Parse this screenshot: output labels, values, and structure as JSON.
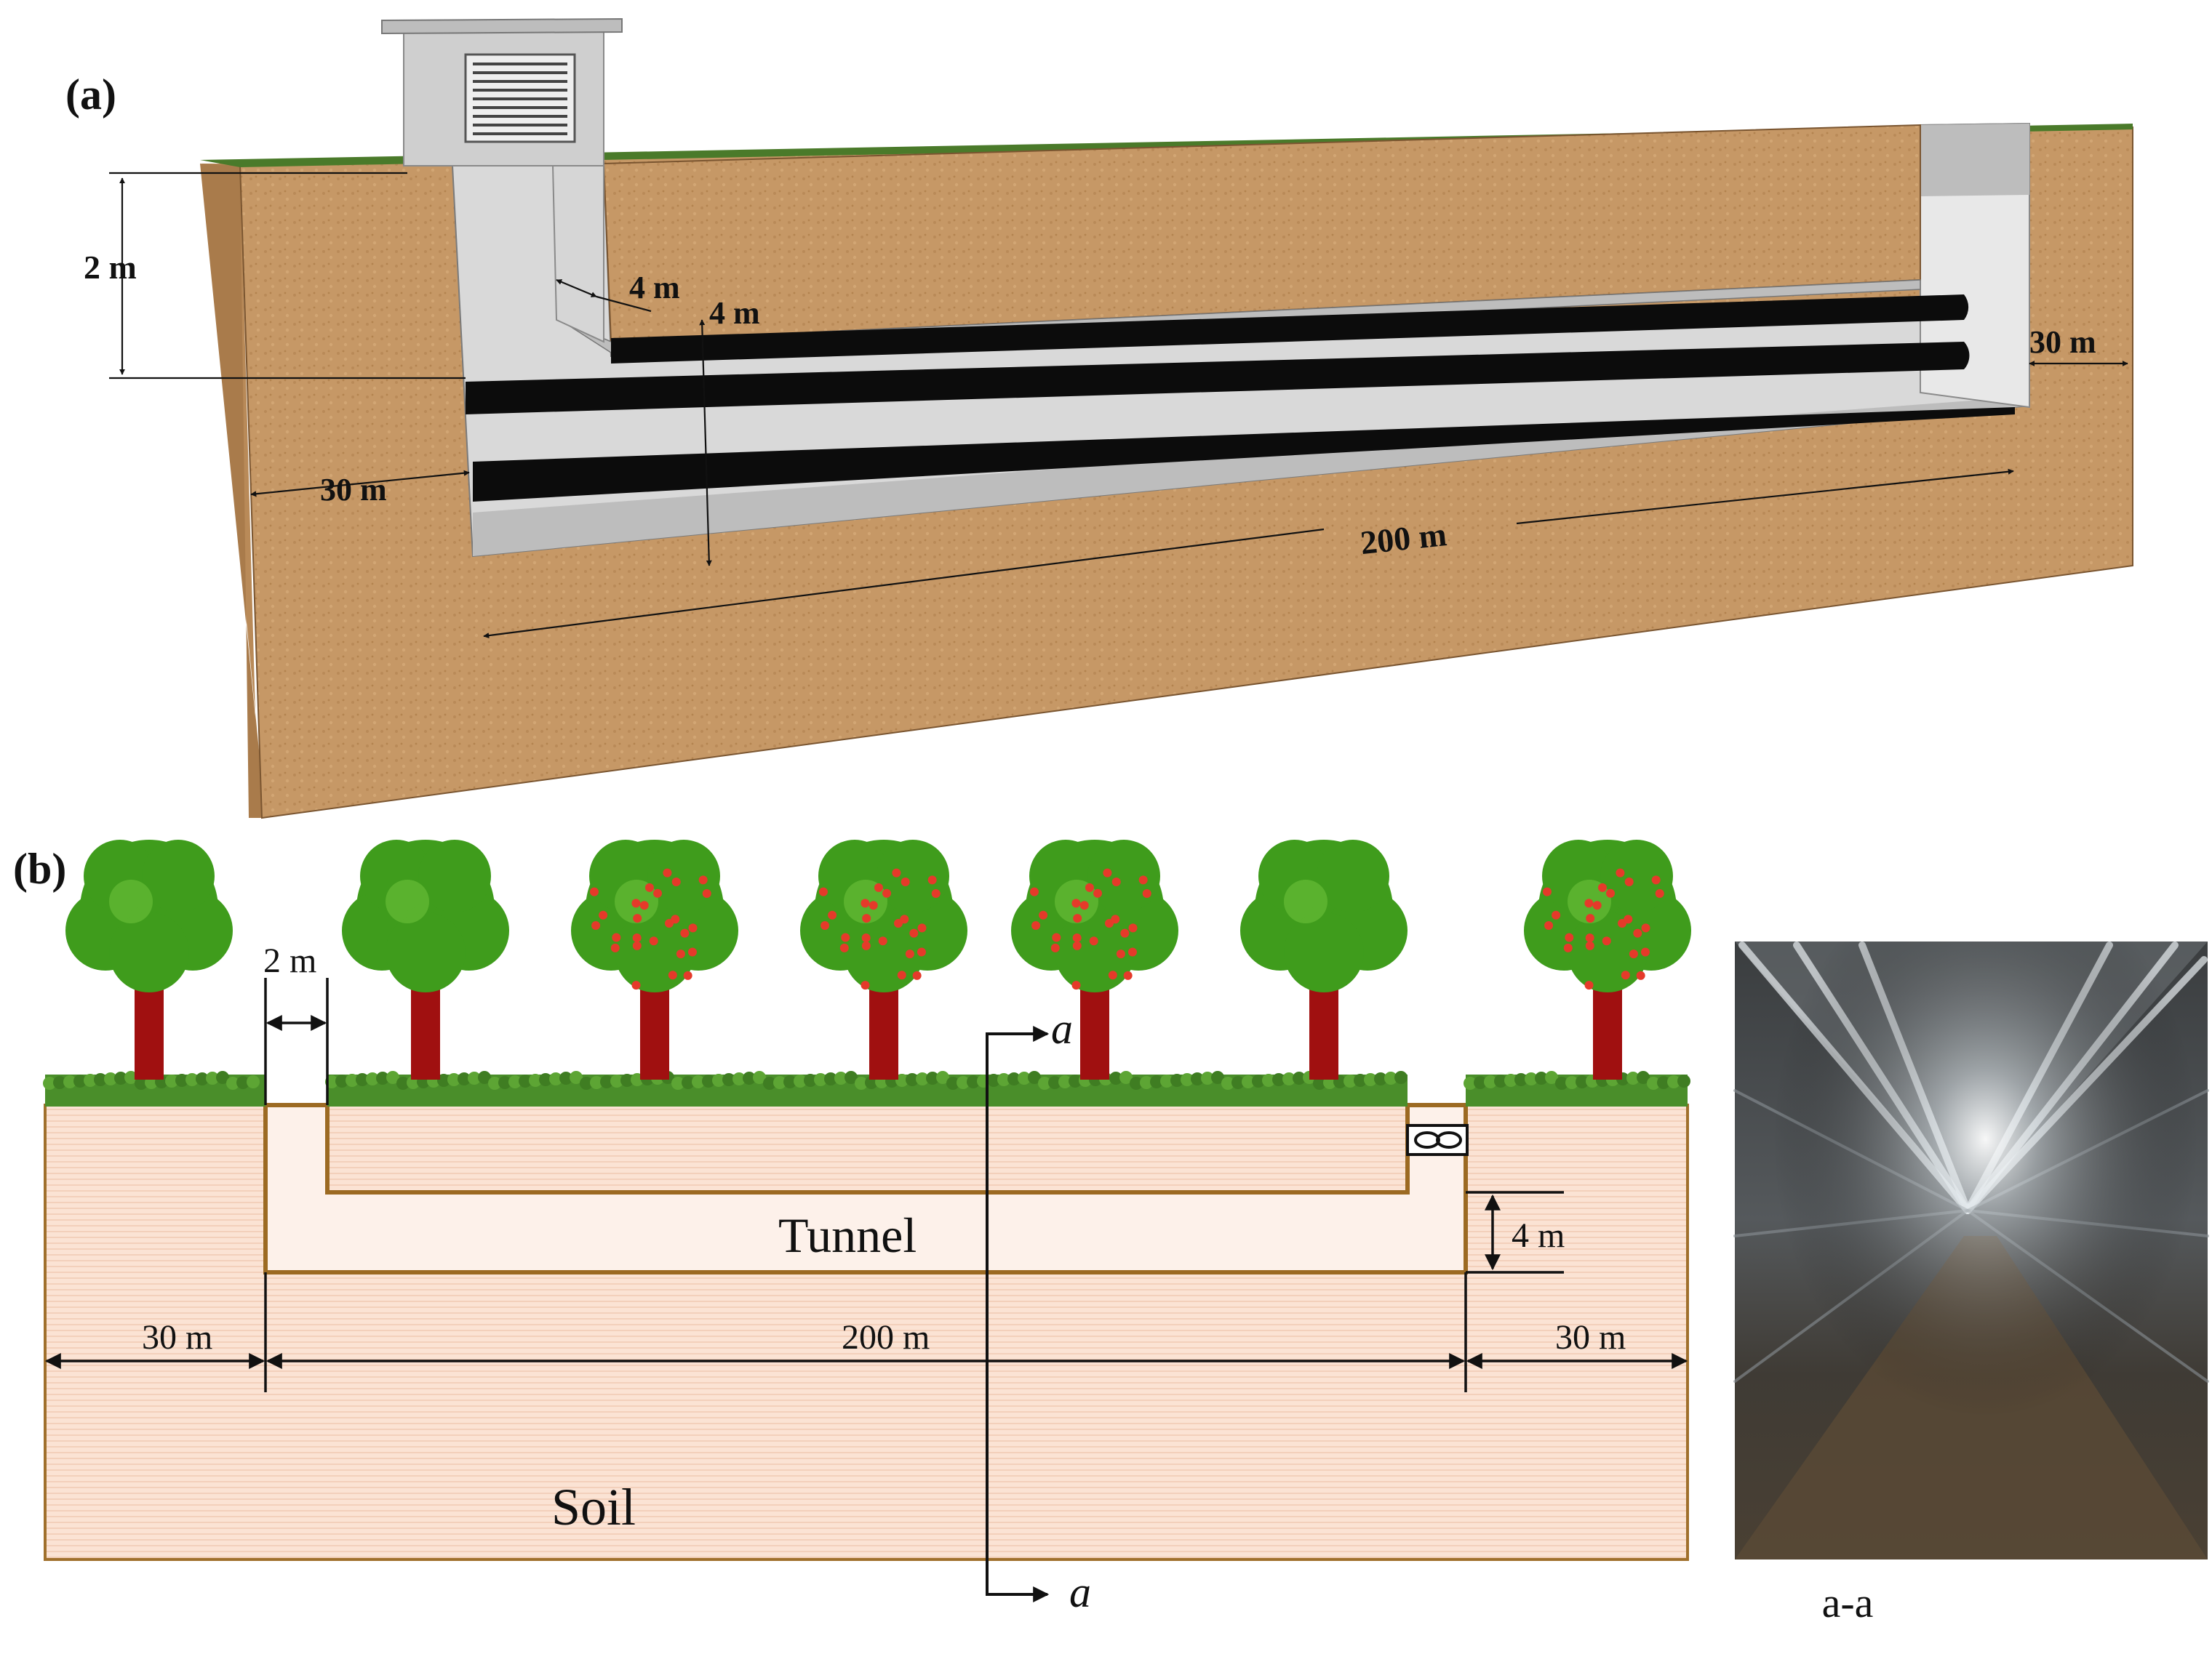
{
  "panel_a": {
    "label": "(a)",
    "dims": {
      "shaft_height": "2 m",
      "shaft_width": "4 m",
      "tunnel_height": "4 m",
      "soil_right": "30 m",
      "soil_left": "30 m",
      "tunnel_length": "200 m"
    }
  },
  "panel_b": {
    "label": "(b)",
    "dims": {
      "shaft_width": "2 m",
      "tunnel_height": "4 m",
      "soil_left": "30 m",
      "tunnel_length": "200 m",
      "soil_right": "30 m"
    },
    "tunnel_label": "Tunnel",
    "soil_label": "Soil",
    "section_top": "a",
    "section_bottom": "a",
    "trees": [
      "green",
      "green",
      "fruit",
      "fruit",
      "fruit",
      "green",
      "fruit"
    ]
  },
  "photo": {
    "caption": "a-a"
  },
  "colors": {
    "soil_front": "#c69866",
    "soil_side": "#b98a58",
    "concrete": "#d9d9d9",
    "pipe": "#0c0c0c",
    "soil_b": "#fbe3d4",
    "soil_b_stroke": "#a0702c",
    "trunk": "#a01010",
    "foliage": "#3f9c1c",
    "fruit": "#e53a2a",
    "grass": "#4a8e2a"
  }
}
